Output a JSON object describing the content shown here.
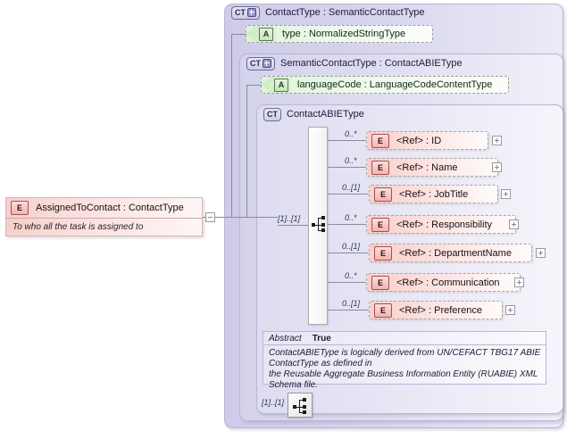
{
  "diagram": {
    "kind": "xsd-schema-diagram",
    "root_element": {
      "badge": "E",
      "title": "AssignedToContact : ContactType",
      "documentation": "To who all the task is assigned to",
      "expander": "minus"
    },
    "containers": [
      {
        "badge": "CT",
        "badge_has_plus": true,
        "title": "ContactType : SemanticContactType",
        "attribute": {
          "badge": "A",
          "label": "type      : NormalizedStringType"
        }
      },
      {
        "badge": "CT",
        "badge_has_plus": true,
        "title": "SemanticContactType : ContactABIEType",
        "attribute": {
          "badge": "A",
          "label": "languageCode : LanguageCodeContentType"
        }
      },
      {
        "badge": "CT",
        "badge_has_plus": false,
        "title": "ContactABIEType"
      }
    ],
    "compositor": {
      "inner_cardinality": "[1]..[1]",
      "outer_cardinality": "[1]..[1]",
      "icon": "sequence-icon"
    },
    "elements": [
      {
        "badge": "E",
        "cardinality": "0..*",
        "label": "<Ref>      : ID",
        "expander": "plus"
      },
      {
        "badge": "E",
        "cardinality": "0..*",
        "label": "<Ref>      : Name",
        "expander": "plus"
      },
      {
        "badge": "E",
        "cardinality": "0..[1]",
        "label": "<Ref>      : JobTitle",
        "expander": "plus"
      },
      {
        "badge": "E",
        "cardinality": "0..*",
        "label": "<Ref>      : Responsibility",
        "expander": "plus"
      },
      {
        "badge": "E",
        "cardinality": "0..[1]",
        "label": "<Ref>      : DepartmentName",
        "expander": "plus"
      },
      {
        "badge": "E",
        "cardinality": "0..*",
        "label": "<Ref>      : Communication",
        "expander": "plus"
      },
      {
        "badge": "E",
        "cardinality": "0..[1]",
        "label": "<Ref>      : Preference",
        "expander": "plus"
      }
    ],
    "annotation": {
      "abstract_key": "Abstract",
      "abstract_value": "True",
      "line1": "ContactABIEType is logically derived from UN/CEFACT TBG17 ABIE",
      "line2": "ContactType as defined in",
      "line3": "the Reusable Aggregate Business Information Entity (RUABIE) XML",
      "line4": "Schema file."
    }
  },
  "colors": {
    "container_l1": "#cdcbe8",
    "container_l2": "#d5d3ec",
    "container_l3": "#dedcf0",
    "element_pink": "#f9cfcb",
    "attribute_green": "#dff3da",
    "connector": "#8a8aa5"
  }
}
